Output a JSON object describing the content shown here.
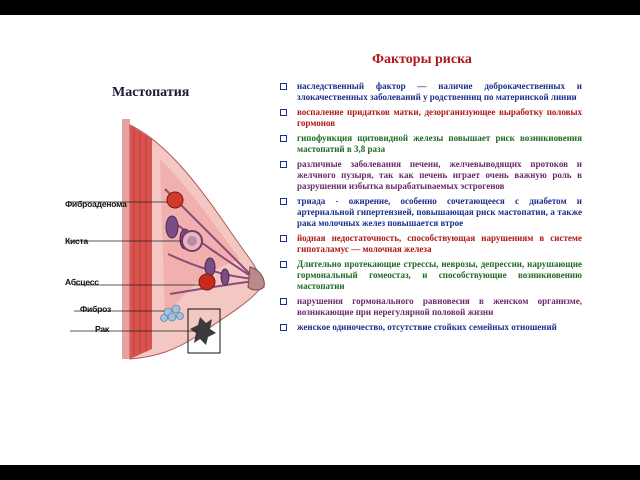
{
  "left_title": "Мастопатия",
  "right_title": "Факторы риска",
  "diagram_labels": [
    "Фиброаденома",
    "Киста",
    "Абсцесс",
    "Фиброз",
    "Рак"
  ],
  "risk_factors": [
    {
      "text": "наследственный фактор — наличие доброкачественных и злокачественных заболеваний у родственниц по материнской линии",
      "color": "navy"
    },
    {
      "text": "воспаление придатков матки, дезорганизующее выработку половых гормонов",
      "color": "red"
    },
    {
      "text": "гипофункция щитовидной железы повышает риск возникновения мастопатий в 3,8 раза",
      "color": "green"
    },
    {
      "text": "различные заболевания печени, желчевыводящих протоков и желчного пузыря, так как печень играет очень важную роль в разрушении избытка вырабатываемых эстрогенов",
      "color": "purple"
    },
    {
      "text": "триада - ожирение, особенно сочетающееся с диабетом и артериальной гипертензией, повышающая риск мастопатии, а также рака молочных желез повышается втрое",
      "color": "navy"
    },
    {
      "text": "йодная недостаточность, способствующая нарушениям в системе гипоталамус — молочная железа",
      "color": "red"
    },
    {
      "text": "Длительно протекающие стрессы, неврозы, депрессии, нарушающие гормональный гомеостаз, и способствующие возникновению мастопатии",
      "color": "green"
    },
    {
      "text": "нарушения гормонального равновесия в женском организме, возникающие при нерегулярной половой жизни",
      "color": "purple"
    },
    {
      "text": "женское одиночество, отсутствие стойких семейных отношений",
      "color": "navy"
    }
  ]
}
